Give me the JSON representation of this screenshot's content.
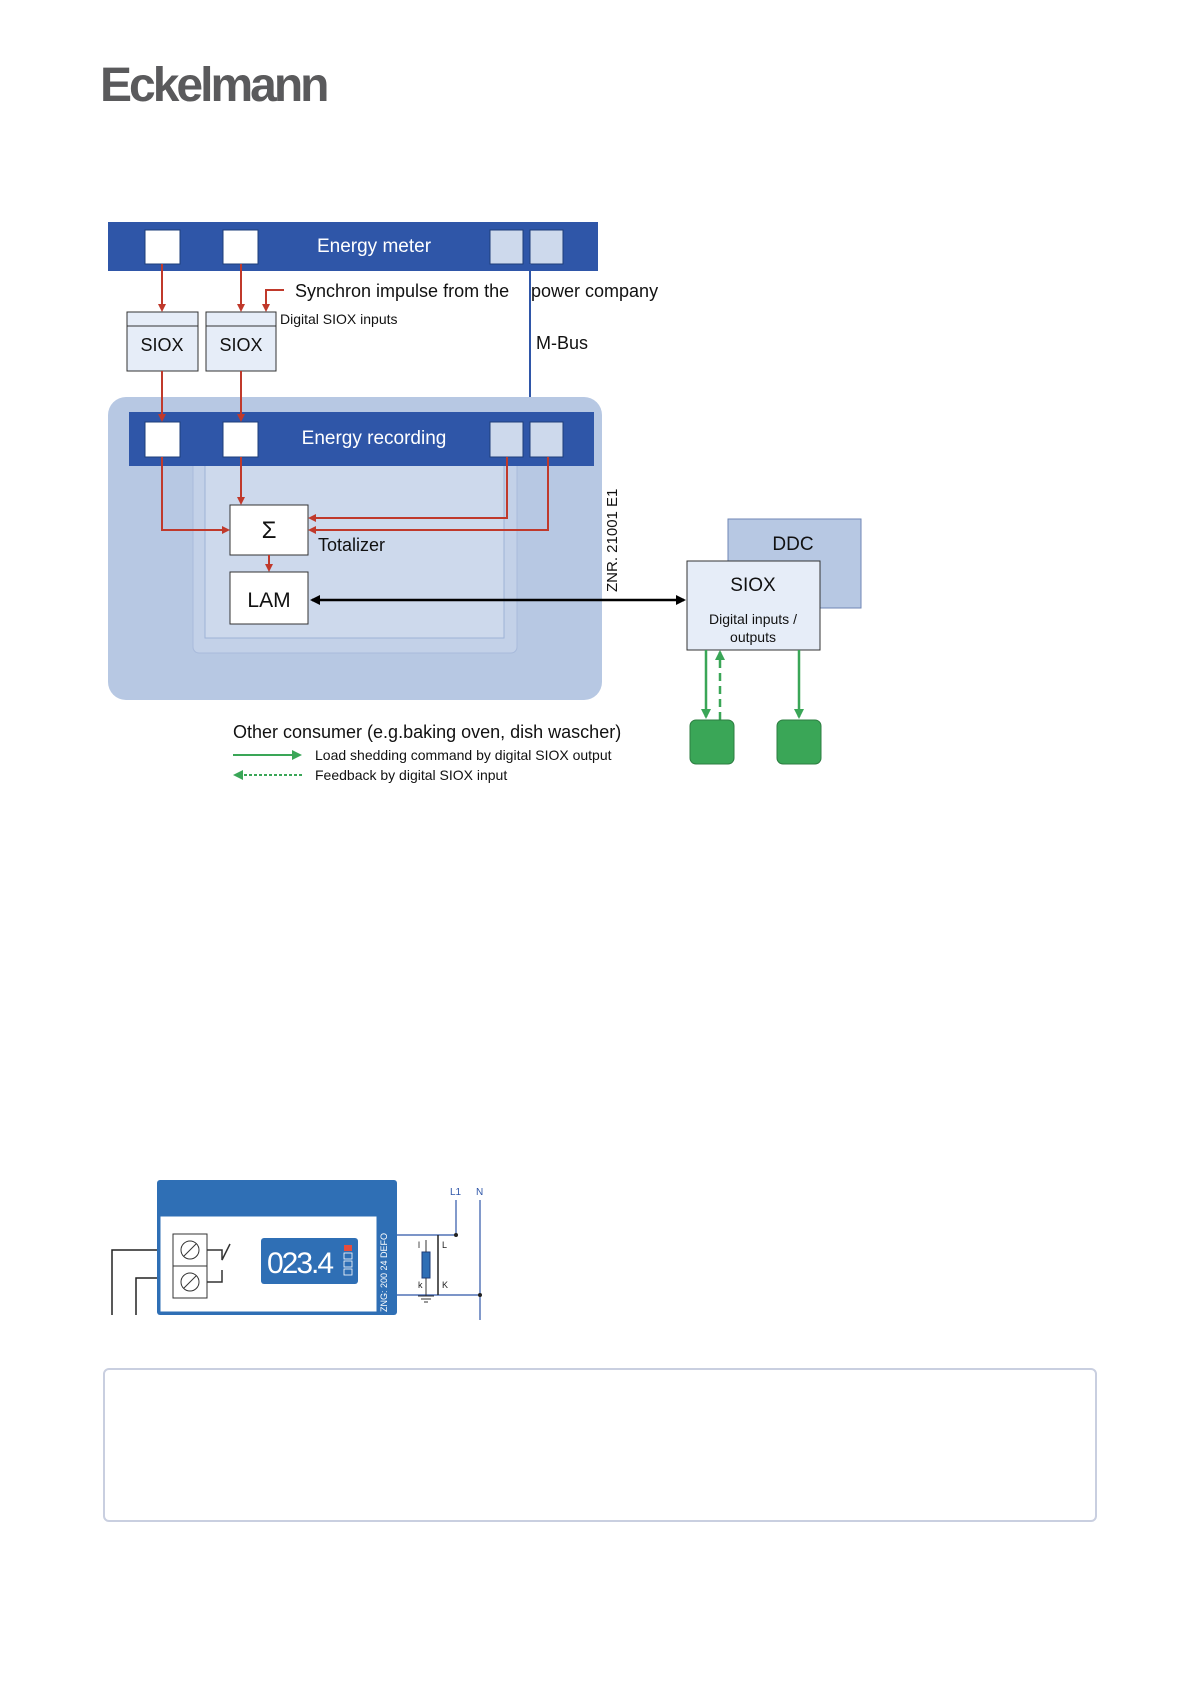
{
  "logo": {
    "text": "Eckelmann"
  },
  "diagram": {
    "energy_meter": "Energy meter",
    "synchron": "Synchron impulse from the",
    "power_company": "power company",
    "digital_siox_inputs": "Digital SIOX inputs",
    "siox": "SIOX",
    "mbus": "M-Bus",
    "energy_recording": "Energy recording",
    "sigma": "Σ",
    "totalizer": "Totalizer",
    "lam": "LAM",
    "znr": "ZNR. 21001 E1",
    "ddc": "DDC",
    "siox_right": "SIOX",
    "dio_line1": "Digital  inputs /",
    "dio_line2": "outputs",
    "legend_title": "Other consumer (e.g.baking oven, dish wascher)",
    "legend_load": "Load shedding command by digital SIOX output",
    "legend_feedback": "Feedback by digital SIOX input"
  },
  "device": {
    "display": "023.4",
    "zng": "ZNG: 200 24 DEFO",
    "l1": "L1",
    "n": "N",
    "l": "L",
    "k_upper": "K",
    "k_lower": "k",
    "i": "l"
  },
  "colors": {
    "bus_blue": "#2f56a8",
    "panel_blue": "#b7c8e3",
    "inner_blue": "#cdd9ec",
    "arrow_red": "#c0392b",
    "consumer_green": "#3aa657"
  }
}
